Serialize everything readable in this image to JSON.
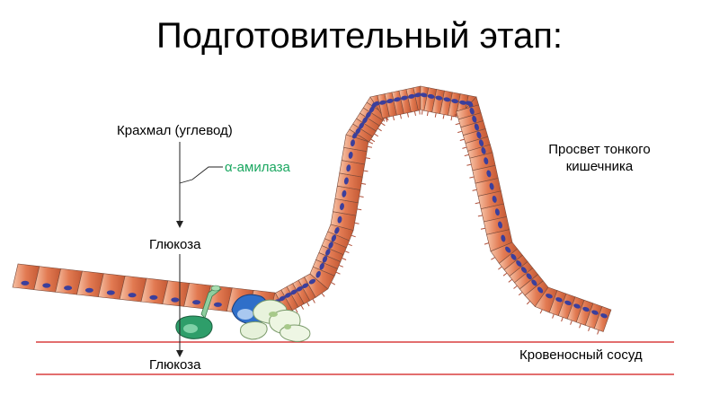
{
  "title": "Подготовительный этап:",
  "labels": {
    "starch": "Крахмал (углевод)",
    "enzyme": "α-амилаза",
    "glucose_top": "Глюкоза",
    "glucose_bottom": "Глюкоза",
    "lumen": "Просвет тонкого\nкишечника",
    "blood_vessel": "Кровеносный сосуд"
  },
  "colors": {
    "enzyme_text": "#1aa760",
    "vessel_line": "#d01818",
    "cell_fill": "#e27a52",
    "cell_fill_light": "#f3b394",
    "nucleus": "#3b3f9c",
    "outline": "#555555"
  }
}
